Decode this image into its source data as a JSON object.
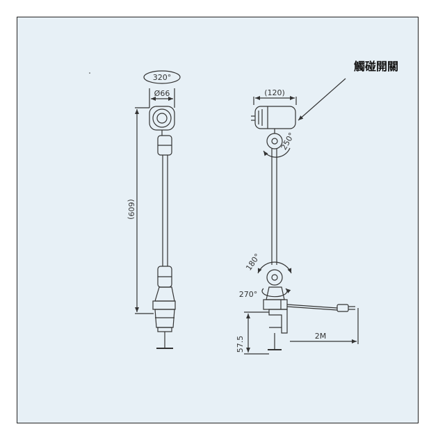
{
  "left_view": {
    "rotation_label": "320°",
    "diameter_label": "Ø66",
    "length_label": "(609)"
  },
  "right_view": {
    "head_width_label": "(120)",
    "head_tilt_label": "250°",
    "elbow_rotation_label": "180°",
    "base_rotation_label": "270°",
    "clamp_height_label": "57.5",
    "cable_length_label": "2M",
    "callout_label": "觸碰開關"
  },
  "colors": {
    "background": "#e7f0f6",
    "line": "#333333",
    "frame": "#222222"
  }
}
